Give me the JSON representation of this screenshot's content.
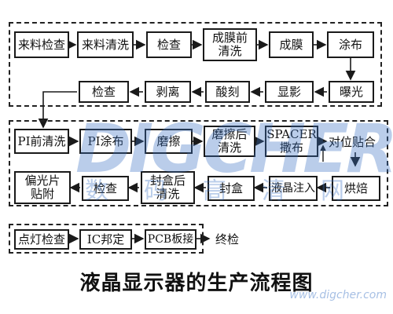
{
  "diagram": {
    "section1": {
      "row1": [
        "来料检查",
        "来料清洗",
        "检查",
        "成膜前\n清洗",
        "成膜",
        "涂布"
      ],
      "row2": [
        "曝光",
        "显影",
        "酸刻",
        "剥离",
        "检查"
      ]
    },
    "section2": {
      "row1": [
        "PI前清洗",
        "PI涂布",
        "磨擦",
        "磨擦后\n清洗",
        "SPACER\n撒布"
      ],
      "side_label": "对位贴合",
      "row2": [
        "烘焙",
        "液晶注入",
        "封盒",
        "封盒后\n清洗",
        "检查",
        "偏光片\n贴附"
      ]
    },
    "section3": {
      "row": [
        "点灯检查",
        "IC邦定",
        "PCB板接"
      ],
      "end_label": "终检"
    },
    "title": "液晶显示器的生产流程图"
  },
  "watermark": {
    "logo": "DIGCHER",
    "chars": [
      "数",
      "码",
      "高",
      "清",
      "网"
    ],
    "url": "www.digcher.com"
  },
  "colors": {
    "line": "#1a1a1a",
    "watermark": "#3b73c4"
  }
}
